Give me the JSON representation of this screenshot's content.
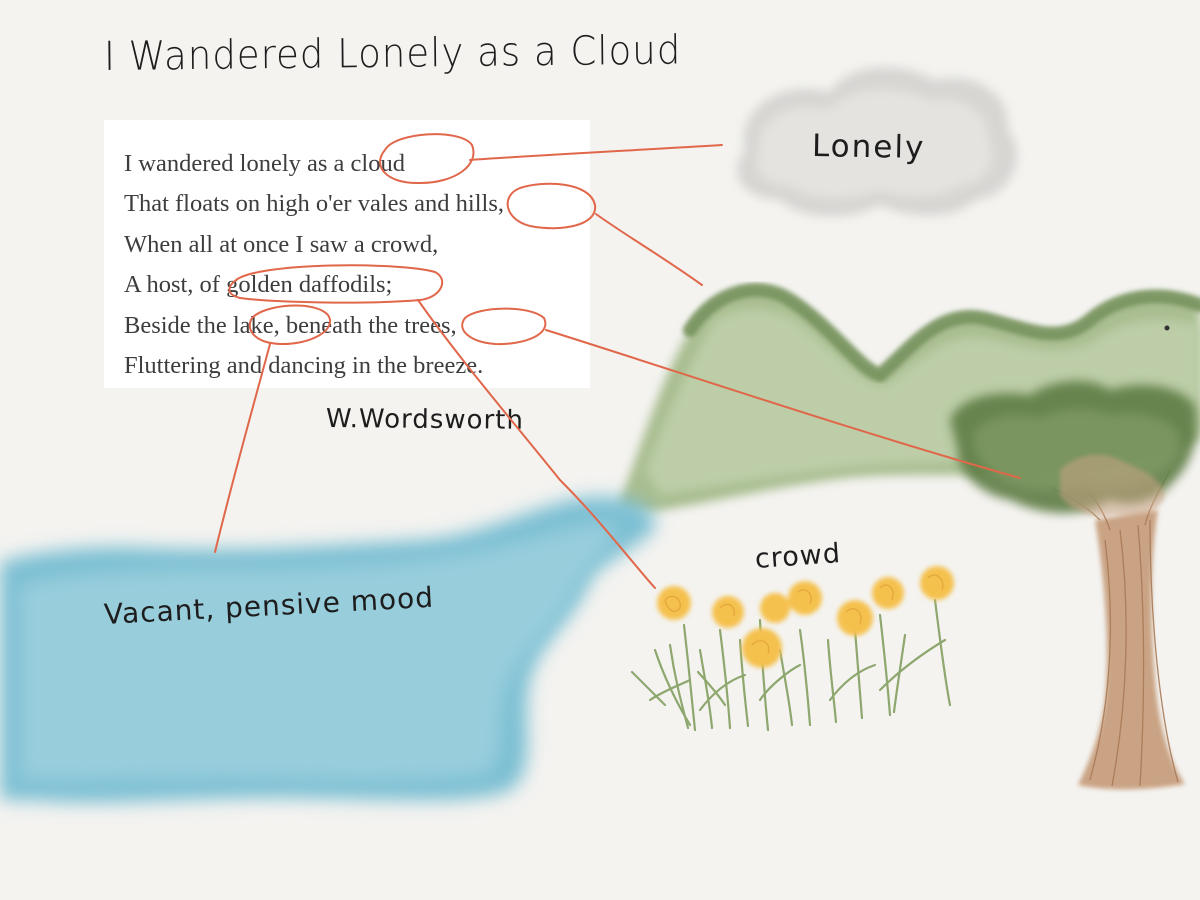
{
  "title": "I Wandered Lonely as a Cloud",
  "poem": {
    "lines": [
      "I wandered lonely as a cloud",
      "That floats on high o'er vales and hills,",
      "When all at once I saw a crowd,",
      "A host, of golden daffodils;",
      "Beside the lake, beneath the trees,",
      "Fluttering and dancing in the breeze."
    ]
  },
  "author": "W.Wordsworth",
  "annotations": {
    "cloud": "Lonely",
    "lake": "Vacant, pensive mood",
    "daffodils": "crowd"
  },
  "colors": {
    "background": "#f4f3f0",
    "ink_annotation": "#e0674a",
    "cloud": "#d6d6d4",
    "hills": "#8fa877",
    "lake": "#85c3d6",
    "daffodils": "#f5c14e",
    "trunk": "#c49a78"
  }
}
